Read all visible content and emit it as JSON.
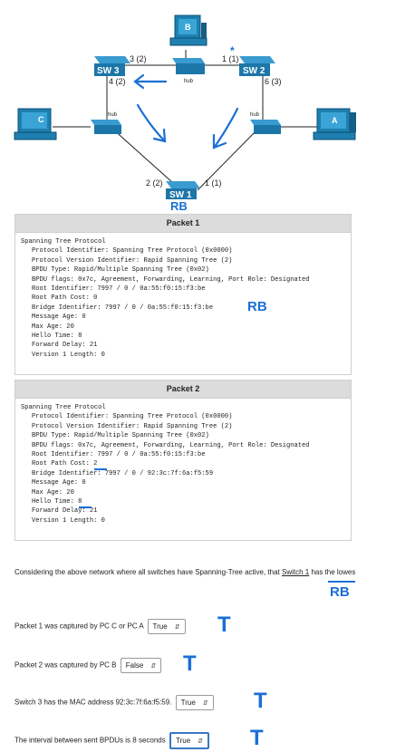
{
  "topology": {
    "sw3_label": "SW 3",
    "sw2_label": "SW 2",
    "sw1_label": "SW 1",
    "hub_label": "hub",
    "pc_b": "B",
    "pc_c": "C",
    "pc_a": "A",
    "sw3_port_top": "3 (2)",
    "sw3_port_bottom": "4 (2)",
    "sw2_port_left": "1 (1)",
    "sw2_port_bottom": "6 (3)",
    "sw1_port_left": "2 (2)",
    "sw1_port_right": "1 (1)",
    "star_mark": "*",
    "rb_mark": "RB"
  },
  "packet1": {
    "title": "Packet 1",
    "lines": [
      "Spanning Tree Protocol",
      "Protocol Identifier: Spanning Tree Protocol (0x0000)",
      "Protocol Version Identifier: Rapid Spanning Tree (2)",
      "BPDU Type: Rapid/Multiple Spanning Tree (0x02)",
      "BPDU flags: 0x7c, Agreement, Forwarding, Learning, Port Role: Designated",
      "Root Identifier: 7997 / 0 / 0a:55:f0:15:f3:be",
      "Root Path Cost: 0",
      "Bridge Identifier: 7997 / 0 / 0a:55:f0:15:f3:be",
      "Message Age: 0",
      "Max Age: 20",
      "Hello Time: 8",
      "Forward Delay: 21",
      "Version 1 Length: 0"
    ],
    "annotation": "RB"
  },
  "packet2": {
    "title": "Packet 2",
    "lines": [
      "Spanning Tree Protocol",
      "Protocol Identifier: Spanning Tree Protocol (0x0000)",
      "Protocol Version Identifier: Rapid Spanning Tree (2)",
      "BPDU Type: Rapid/Multiple Spanning Tree (0x02)",
      "BPDU flags: 0x7c, Agreement, Forwarding, Learning, Port Role: Designated",
      "Root Identifier: 7997 / 0 / 0a:55:f0:15:f3:be",
      "Root Path Cost: 2",
      "Bridge Identifier: 7997 / 0 / 92:3c:7f:6a:f5:59",
      "Message Age: 0",
      "Max Age: 20",
      "Hello Time: 8",
      "Forward Delay: 21",
      "Version 1 Length: 0"
    ]
  },
  "question": {
    "intro_pre": "Considering the above network where all switches have Spanning-Tree active, that ",
    "intro_sw": "Switch 1",
    "intro_post": " has the lowes",
    "intro_annotation": "RB",
    "items": [
      {
        "text": "Packet 1 was captured by PC C or PC A",
        "value": "True",
        "mark": "T"
      },
      {
        "text": "Packet 2 was captured by PC B",
        "value": "False",
        "mark": "T"
      },
      {
        "text": "Switch 3 has the MAC address 92:3c:7f:6a:f5:59.",
        "value": "True",
        "mark": "T"
      },
      {
        "text": "The interval between sent BPDUs is 8 seconds",
        "value": "True",
        "mark": "T"
      }
    ]
  }
}
